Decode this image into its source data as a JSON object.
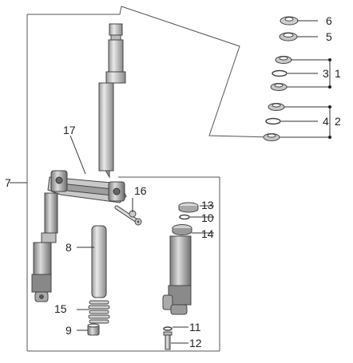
{
  "diagram": {
    "part_numbers": {
      "p1": "1",
      "p2": "2",
      "p3": "3",
      "p4": "4",
      "p5": "5",
      "p6": "6",
      "p7": "7",
      "p8": "8",
      "p9": "9",
      "p10": "10",
      "p11": "11",
      "p12": "12",
      "p13": "13",
      "p14": "14",
      "p15": "15",
      "p16": "16",
      "p17": "17"
    },
    "colors": {
      "line": "#444444",
      "part_fill": "#d6d6d6",
      "part_dark": "#8c8c8c",
      "text": "#222222"
    }
  }
}
